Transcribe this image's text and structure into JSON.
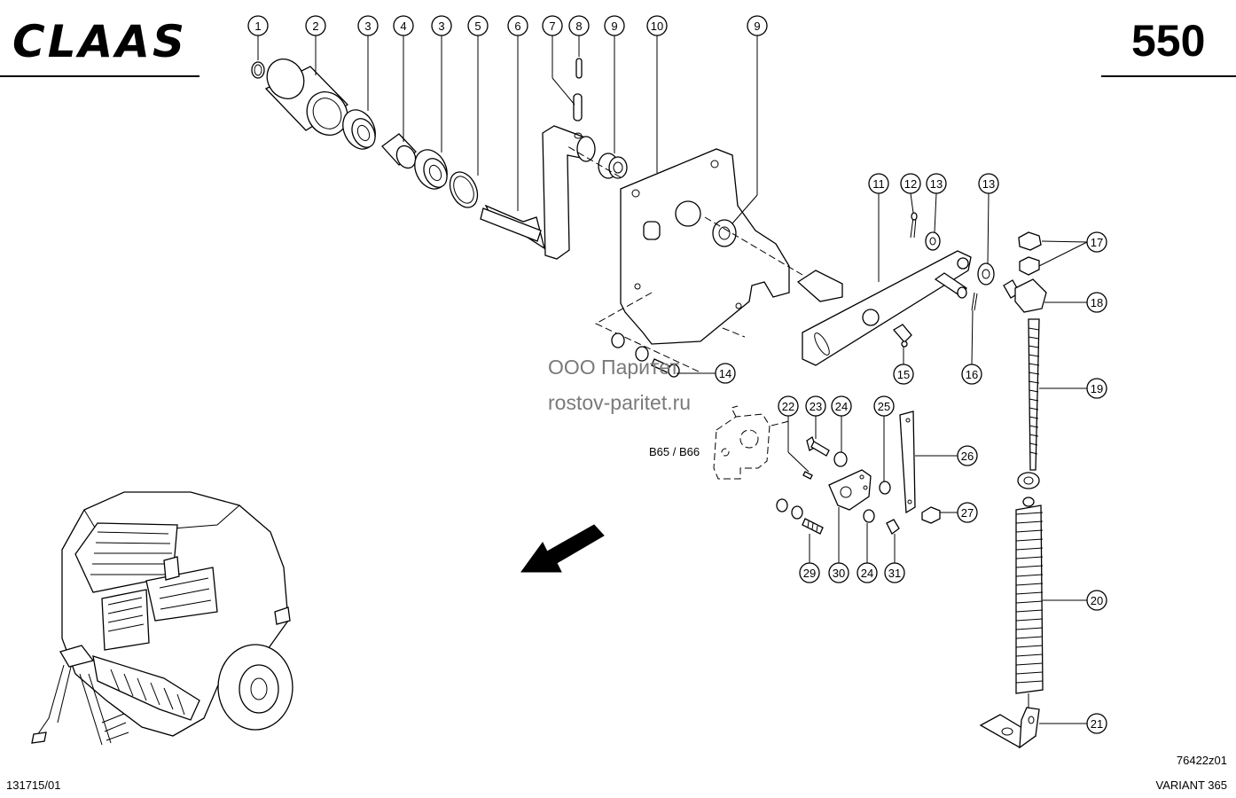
{
  "header": {
    "brand": "CLAAS",
    "page_number": "550"
  },
  "footer": {
    "doc_number": "131715/01",
    "drawing_id": "76422z01",
    "model": "VARIANT 365"
  },
  "watermark": {
    "company": "ООО Паритет",
    "website": "rostov-paritet.ru"
  },
  "annotations": {
    "sensor_label": "B65 / B66"
  },
  "callouts": [
    "1",
    "2",
    "3",
    "4",
    "3",
    "5",
    "6",
    "7",
    "8",
    "9",
    "10",
    "9",
    "11",
    "12",
    "13",
    "13",
    "17",
    "18",
    "14",
    "15",
    "16",
    "19",
    "22",
    "23",
    "24",
    "25",
    "26",
    "27",
    "29",
    "30",
    "24",
    "31",
    "20",
    "21"
  ],
  "icons": {
    "direction": "arrow-icon",
    "machine": "baler-illustration"
  }
}
